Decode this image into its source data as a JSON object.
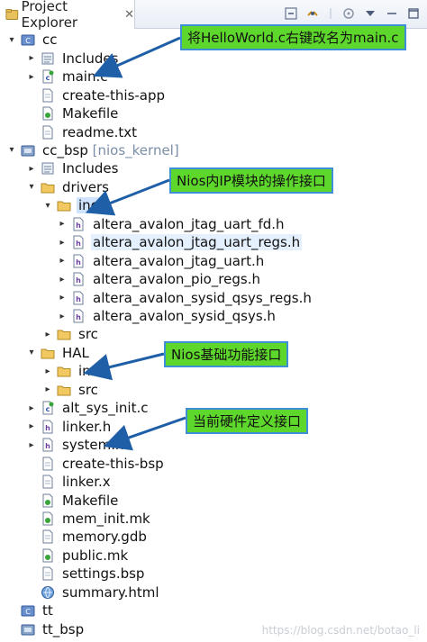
{
  "view": {
    "title": "Project Explorer",
    "close": "✕"
  },
  "tree": [
    {
      "label": "cc",
      "twisty": "▾",
      "icon": "c-project-icon"
    },
    {
      "label": "Includes",
      "twisty": "▸",
      "icon": "includes-icon"
    },
    {
      "label": "main.c",
      "twisty": "▸",
      "icon": "c-source-icon"
    },
    {
      "label": "create-this-app",
      "twisty": "",
      "icon": "file-icon"
    },
    {
      "label": "Makefile",
      "twisty": "",
      "icon": "makefile-icon"
    },
    {
      "label": "readme.txt",
      "twisty": "",
      "icon": "file-icon"
    },
    {
      "label": "cc_bsp",
      "decor": "[nios_kernel]",
      "twisty": "▾",
      "icon": "bsp-project-icon"
    },
    {
      "label": "Includes",
      "twisty": "▸",
      "icon": "includes-icon"
    },
    {
      "label": "drivers",
      "twisty": "▾",
      "icon": "folder-icon"
    },
    {
      "label": "inc",
      "twisty": "▾",
      "icon": "folder-icon"
    },
    {
      "label": "altera_avalon_jtag_uart_fd.h",
      "twisty": "▸",
      "icon": "header-icon"
    },
    {
      "label": "altera_avalon_jtag_uart_regs.h",
      "twisty": "▸",
      "icon": "header-icon"
    },
    {
      "label": "altera_avalon_jtag_uart.h",
      "twisty": "▸",
      "icon": "header-icon"
    },
    {
      "label": "altera_avalon_pio_regs.h",
      "twisty": "▸",
      "icon": "header-icon"
    },
    {
      "label": "altera_avalon_sysid_qsys_regs.h",
      "twisty": "▸",
      "icon": "header-icon"
    },
    {
      "label": "altera_avalon_sysid_qsys.h",
      "twisty": "▸",
      "icon": "header-icon"
    },
    {
      "label": "src",
      "twisty": "▸",
      "icon": "folder-icon"
    },
    {
      "label": "HAL",
      "twisty": "▾",
      "icon": "folder-icon"
    },
    {
      "label": "inc",
      "twisty": "▸",
      "icon": "folder-icon"
    },
    {
      "label": "src",
      "twisty": "▸",
      "icon": "folder-icon"
    },
    {
      "label": "alt_sys_init.c",
      "twisty": "▸",
      "icon": "c-source-icon"
    },
    {
      "label": "linker.h",
      "twisty": "▸",
      "icon": "header-icon"
    },
    {
      "label": "system.h",
      "twisty": "▸",
      "icon": "header-icon"
    },
    {
      "label": "create-this-bsp",
      "twisty": "",
      "icon": "file-icon"
    },
    {
      "label": "linker.x",
      "twisty": "",
      "icon": "file-icon"
    },
    {
      "label": "Makefile",
      "twisty": "",
      "icon": "makefile-icon"
    },
    {
      "label": "mem_init.mk",
      "twisty": "",
      "icon": "makefile-icon"
    },
    {
      "label": "memory.gdb",
      "twisty": "",
      "icon": "file-icon"
    },
    {
      "label": "public.mk",
      "twisty": "",
      "icon": "makefile-icon"
    },
    {
      "label": "settings.bsp",
      "twisty": "",
      "icon": "file-icon"
    },
    {
      "label": "summary.html",
      "twisty": "",
      "icon": "html-icon"
    },
    {
      "label": "tt",
      "twisty": "",
      "icon": "c-project-icon"
    },
    {
      "label": "tt_bsp",
      "twisty": "",
      "icon": "bsp-project-icon"
    }
  ],
  "annotations": {
    "rename": "将HelloWorld.c右键改名为main.c",
    "drivers": "Nios内IP模块的操作接口",
    "hal": "Nios基础功能接口",
    "hardware": "当前硬件定义接口"
  },
  "watermark": "https://blog.csdn.net/botao_li",
  "colors": {
    "callout_bg": "#5ed72c",
    "callout_border": "#3e8fd6",
    "arrow": "#1f5fa8"
  }
}
